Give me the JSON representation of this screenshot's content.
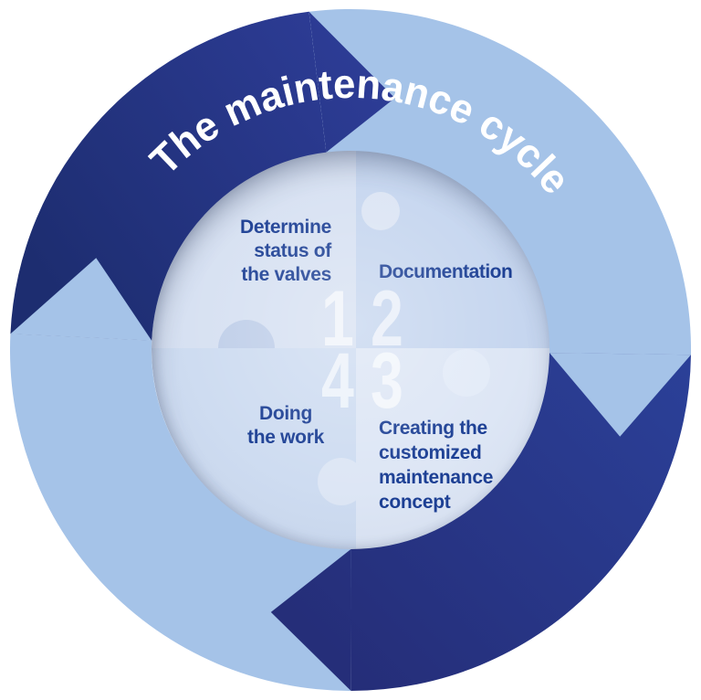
{
  "title": "The maintenance cycle",
  "steps": [
    {
      "number": "1",
      "label": "Determine\nstatus of\nthe valves"
    },
    {
      "number": "2",
      "label": "Documentation"
    },
    {
      "number": "3",
      "label": "Creating the\ncustomized\nmaintenance\nconcept"
    },
    {
      "number": "4",
      "label": "Doing\nthe work"
    }
  ],
  "colors": {
    "light_blue_arc": "#a5c3e8",
    "dark_navy_arc_start": "#1d2d70",
    "dark_navy_arc_end": "#2e3d98",
    "dark_navy_arc2_start": "#2b4098",
    "dark_navy_arc2_end": "#252e79",
    "quadrant_1": "#d7e1f2",
    "quadrant_2": "#c6d6ef",
    "quadrant_3": "#dde6f5",
    "quadrant_4": "#cedcf1",
    "label_text": "#1c3f94",
    "title_text": "#ffffff"
  }
}
